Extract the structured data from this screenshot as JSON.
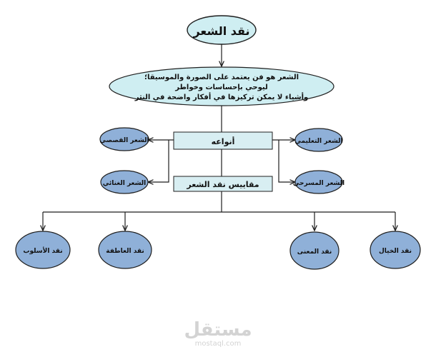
{
  "title": "نقد الشعر",
  "definition": {
    "line1": "الشعر هو فن يعتمد على الصورة والموسيقا؛",
    "line2": "ليوحي بإحساسات وخواطر",
    "line3": "وأشياء لا يمكن تركيزها في أفكار واضحة في النثر"
  },
  "types_box": "أنواعه",
  "criteria_box": "مقاييس نقد الشعر",
  "types": {
    "narrative": "الشعر القصصي",
    "lyric": "الشعر الغنائي",
    "didactic": "الشعر التعليمي",
    "theatrical": "الشعر المسرحي"
  },
  "criteria": {
    "style": "نقد الأسلوب",
    "emotion": "نقد العاطفة",
    "meaning": "نقد المعنى",
    "imagination": "نقد الخيال"
  },
  "watermark": {
    "logo": "مستقل",
    "url": "mostaql.com"
  },
  "colors": {
    "ellipse_fill": "#8fb0d8",
    "title_fill": "#cfeef2",
    "box_fill": "#d8eef2",
    "stroke": "#1f1f1f"
  }
}
